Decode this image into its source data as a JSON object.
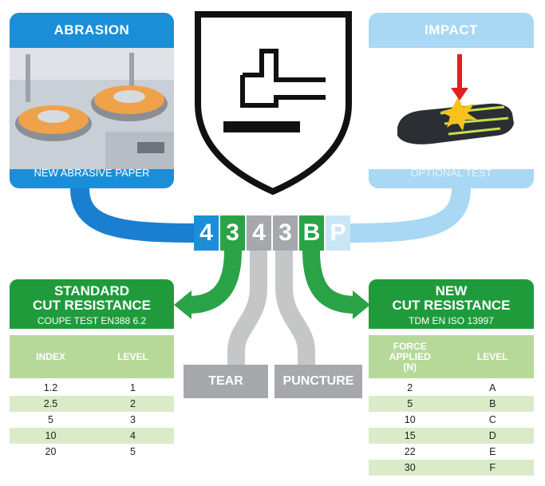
{
  "abrasion": {
    "title": "ABRASION",
    "footer": "NEW ABRASIVE PAPER"
  },
  "impact": {
    "title": "IMPACT",
    "footer": "OPTIONAL TEST"
  },
  "code": {
    "digits": [
      "4",
      "3",
      "4",
      "3",
      "B",
      "P"
    ]
  },
  "colors": {
    "abrasion_blue": "#1a8fd8",
    "impact_light_blue": "#a9d8f4",
    "cut_green": "#1f9b3c",
    "grey": "#a6a8ab",
    "table_light_green": "#b6d99a"
  },
  "standard": {
    "title_line1": "STANDARD",
    "title_line2": "CUT RESISTANCE",
    "subtitle": "COUPE TEST EN388 6.2",
    "col_index": "INDEX",
    "col_level": "LEVEL",
    "rows": [
      {
        "index": "1.2",
        "level": "1"
      },
      {
        "index": "2.5",
        "level": "2"
      },
      {
        "index": "5",
        "level": "3"
      },
      {
        "index": "10",
        "level": "4"
      },
      {
        "index": "20",
        "level": "5"
      }
    ]
  },
  "new": {
    "title_line1": "NEW",
    "title_line2": "CUT RESISTANCE",
    "subtitle": "TDM EN ISO 13997",
    "col_force_1": "FORCE",
    "col_force_2": "APPLIED",
    "col_force_3": "(N)",
    "col_level": "LEVEL",
    "rows": [
      {
        "force": "2",
        "level": "A"
      },
      {
        "force": "5",
        "level": "B"
      },
      {
        "force": "10",
        "level": "C"
      },
      {
        "force": "15",
        "level": "D"
      },
      {
        "force": "22",
        "level": "E"
      },
      {
        "force": "30",
        "level": "F"
      }
    ]
  },
  "tear": {
    "label": "TEAR"
  },
  "puncture": {
    "label": "PUNCTURE"
  }
}
